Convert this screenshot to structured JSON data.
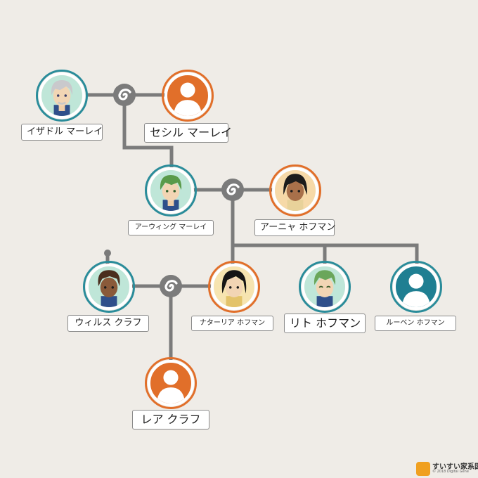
{
  "people": [
    {
      "name": "イザドル マーレイ",
      "frame": "teal",
      "avatar": "silver-hair-avatar"
    },
    {
      "name": "セシル マーレイ",
      "frame": "orange",
      "avatar": "silhouette-avatar"
    },
    {
      "name": "アーウィング マーレイ",
      "frame": "teal",
      "avatar": "green-hair-avatar"
    },
    {
      "name": "アーニャ ホフマン",
      "frame": "orange",
      "avatar": "dark-hair-avatar"
    },
    {
      "name": "ウィルス クラフ",
      "frame": "teal",
      "avatar": "brown-hair-avatar"
    },
    {
      "name": "ナターリア ホフマン",
      "frame": "orange",
      "avatar": "black-hair-avatar"
    },
    {
      "name": "リト ホフマン",
      "frame": "teal",
      "avatar": "green-hair-smile-avatar"
    },
    {
      "name": "ルーベン ホフマン",
      "frame": "teal",
      "avatar": "silhouette-avatar"
    },
    {
      "name": "レア クラフ",
      "frame": "orange",
      "avatar": "silhouette-avatar"
    }
  ],
  "colors": {
    "teal": "#2a8c9a",
    "orange": "#e16f2a",
    "line": "#7b7b7b",
    "background": "#efece7"
  },
  "logo": {
    "text": "すいすい家系図",
    "copyright": "© 2018 Digital Gene"
  }
}
